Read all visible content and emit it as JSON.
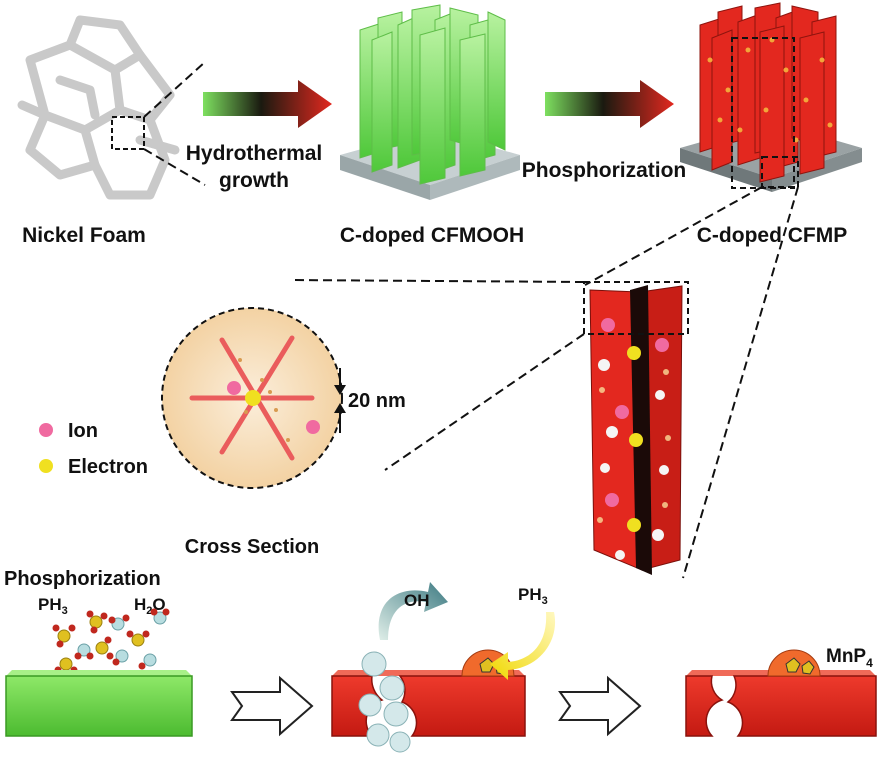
{
  "labels": {
    "nickel_foam": "Nickel Foam",
    "hydrothermal_1": "Hydrothermal",
    "hydrothermal_2": "growth",
    "cfmooh": "C-doped CFMOOH",
    "phosphorization_top": "Phosphorization",
    "cfmp": "C-doped CFMP",
    "scale": "20 nm",
    "cross_section": "Cross Section",
    "legend_ion": "Ion",
    "legend_electron": "Electron",
    "phosphorization_bottom": "Phosphorization",
    "ph3_left": "PH",
    "ph3_left_sub": "3",
    "h2o_main": "H",
    "h2o_sub": "2",
    "h2o_tail": "O",
    "oh": "OH",
    "ph3_mid": "PH",
    "ph3_mid_sub": "3",
    "mnp4_main": "MnP",
    "mnp4_sub": "4"
  },
  "colors": {
    "green": "#7ee060",
    "red": "#e3281f",
    "dark_red": "#9c1410",
    "substrate": "#b8c4c6",
    "ion": "#f06aa0",
    "electron": "#f0e020",
    "cross_section_bg": "#f6dcb4"
  }
}
